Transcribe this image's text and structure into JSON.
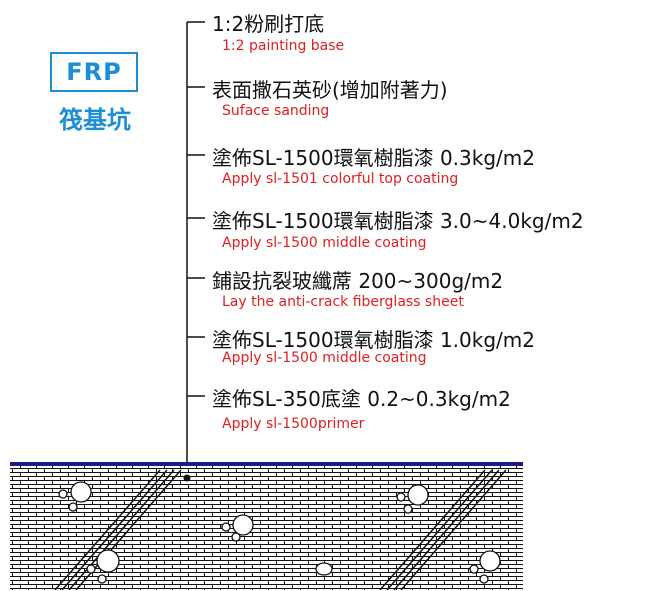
{
  "header": {
    "code": "FRP",
    "name": "筏基坑"
  },
  "layers": [
    {
      "zh": "1:2粉刷打底",
      "en": "1:2 painting base"
    },
    {
      "zh": "表面撒石英砂(增加附著力)",
      "en": "Suface sanding"
    },
    {
      "zh": "塗佈SL-1500環氧樹脂漆 0.3kg/m2",
      "en": "Apply sl-1501 colorful top coating"
    },
    {
      "zh": "塗佈SL-1500環氧樹脂漆 3.0~4.0kg/m2",
      "en": "Apply sl-1500 middle coating"
    },
    {
      "zh": "鋪設抗裂玻纖蓆 200~300g/m2",
      "en": "Lay the anti-crack fiberglass sheet"
    },
    {
      "zh": "塗佈SL-1500環氧樹脂漆 1.0kg/m2",
      "en": "Apply sl-1500 middle coating"
    },
    {
      "zh": "塗佈SL-350底塗 0.2~0.3kg/m2",
      "en": "Apply sl-1500primer"
    }
  ],
  "colors": {
    "accent": "#1a8fd6",
    "subtitle": "#e02020",
    "surface_line": "#1a1a8c",
    "text": "#111111"
  }
}
